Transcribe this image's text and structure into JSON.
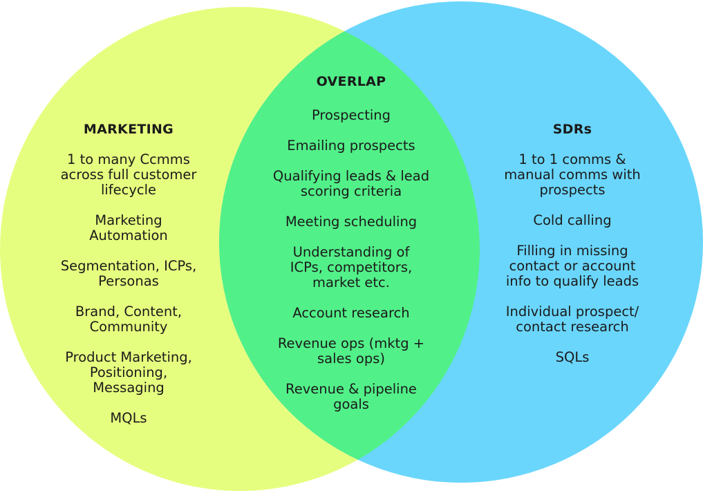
{
  "colors": {
    "marketing_circle": "#E6FE7F",
    "sdrs_circle": "#6AD6FC",
    "overlap_region": "#52F089",
    "text": "#1a1a1a"
  },
  "marketing": {
    "heading": "MARKETING",
    "items": [
      "1 to many Ccmms\nacross full customer\nlifecycle",
      "Marketing\nAutomation",
      "Segmentation, ICPs,\nPersonas",
      "Brand, Content,\nCommunity",
      "Product Marketing,\nPositioning,\nMessaging",
      "MQLs"
    ]
  },
  "overlap": {
    "heading": "OVERLAP",
    "items": [
      "Prospecting",
      "Emailing prospects",
      "Qualifying leads & lead\nscoring criteria",
      "Meeting scheduling",
      "Understanding of\nICPs, competitors,\nmarket etc.",
      "Account research",
      "Revenue ops (mktg +\nsales ops)",
      "Revenue & pipeline\ngoals"
    ]
  },
  "sdrs": {
    "heading": "SDRs",
    "items": [
      "1 to 1 comms  &\nmanual comms with\nprospects",
      "Cold calling",
      "Filling in missing\ncontact or account\ninfo to qualify leads",
      "Individual prospect/\ncontact research",
      "SQLs"
    ]
  }
}
